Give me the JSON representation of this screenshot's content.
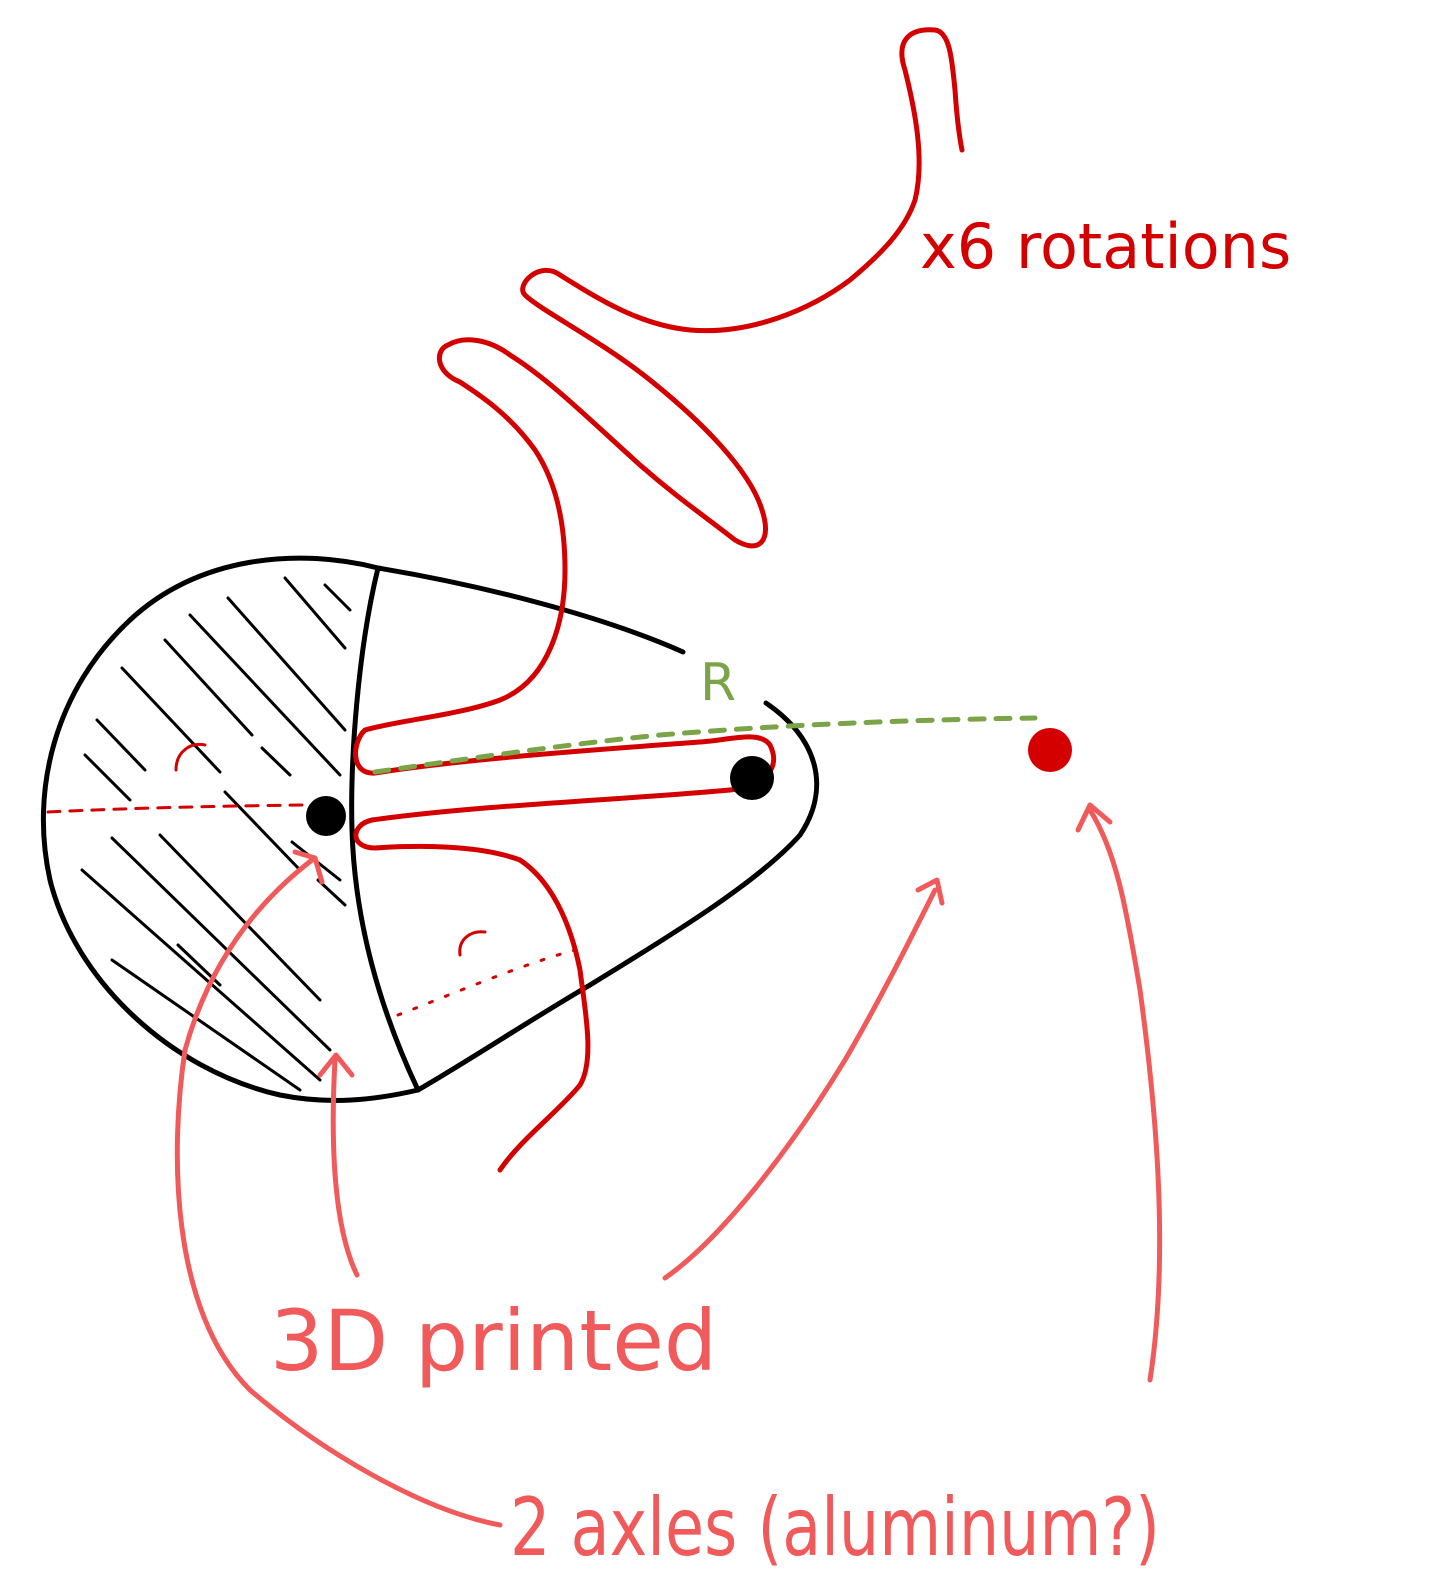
{
  "labels": {
    "rotations": "x6 rotations",
    "radius": "R",
    "printed": "3D printed",
    "axles": "2 axles (aluminum?)"
  },
  "colors": {
    "outline": "#000000",
    "arm": "#d40000",
    "radius_line": "#7ba348",
    "annotation": "#f05a5a"
  }
}
